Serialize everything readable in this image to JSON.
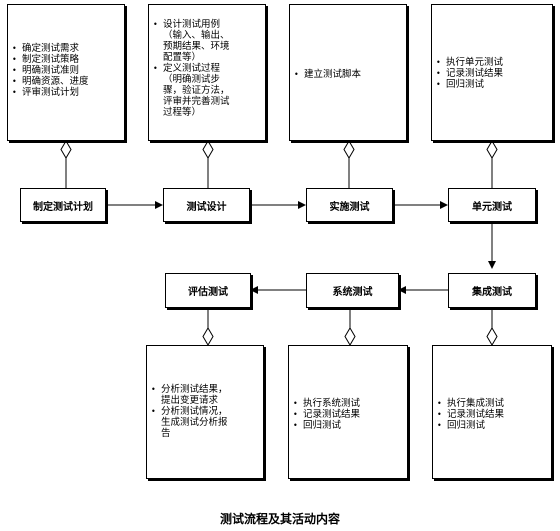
{
  "caption": "测试流程及其活动内容",
  "processes": {
    "plan": "制定测试计划",
    "design": "测试设计",
    "implement": "实施测试",
    "unit": "单元测试",
    "integration": "集成测试",
    "system": "系统测试",
    "evaluate": "评估测试"
  },
  "notes": {
    "plan": [
      "确定测试需求",
      "制定测试策略",
      "明确测试准则",
      "明确资源、进度",
      "评审测试计划"
    ],
    "design": [
      "设计测试用例\n（输入、输出、\n预期结果、环境\n配置等）",
      "定义测试过程\n（明确测试步\n骤，验证方法，\n评审并完善测试\n过程等）"
    ],
    "implement": [
      "建立测试脚本"
    ],
    "unit": [
      "执行单元测试",
      "记录测试结果",
      "回归测试"
    ],
    "integration": [
      "执行集成测试",
      "记录测试结果",
      "回归测试"
    ],
    "system": [
      "执行系统测试",
      "记录测试结果",
      "回归测试"
    ],
    "evaluate": [
      "分析测试结果，\n提出变更请求",
      "分析测试情况，\n生成测试分析报\n告"
    ]
  }
}
